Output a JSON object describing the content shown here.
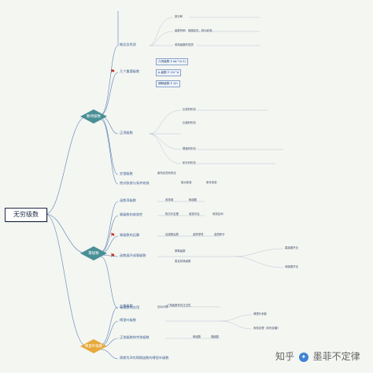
{
  "root": "无穷级数",
  "branches": [
    {
      "label": "数项级数"
    },
    {
      "label": "幂级数"
    },
    {
      "label": "傅里叶级数"
    }
  ],
  "series": {
    "title": "数项级数",
    "l1": [
      {
        "label": "概念及性质",
        "children": [
          "部分和",
          "级数的和：极限存在，称为收敛",
          "收敛级数的性质"
        ]
      },
      {
        "label": "几个重要级数",
        "formulas": [
          "几何级数 Σ aq^(n-1)",
          "p-级数 Σ 1/n^p",
          "调和级数 Σ 1/n"
        ]
      },
      {
        "label": "正项级数",
        "children": [
          "比较判别法",
          "比值判别法",
          "根值判别法",
          "积分判别法"
        ]
      },
      {
        "label": "交错级数",
        "children": [
          "莱布尼茨判别法"
        ]
      },
      {
        "label": "绝对收敛与条件收敛",
        "children": [
          "绝对收敛",
          "条件收敛"
        ]
      }
    ]
  },
  "power": {
    "title": "幂级数",
    "l1": [
      {
        "label": "函数项级数",
        "children": [
          "收敛域",
          "和函数"
        ]
      },
      {
        "label": "幂级数的收敛性",
        "children": [
          "阿贝尔定理",
          "收敛半径",
          "收敛区间"
        ]
      },
      {
        "label": "幂级数的运算",
        "children": [
          "加减乘运算",
          "逐项求导",
          "逐项积分"
        ]
      },
      {
        "label": "函数展开成幂级数",
        "children": [
          "泰勒级数",
          "麦克劳林级数",
          "直接展开法",
          "间接展开法"
        ]
      },
      {
        "label": "幂级数的应用",
        "children": [
          "近似计算"
        ]
      }
    ]
  },
  "fourier": {
    "title": "傅里叶级数",
    "l1": [
      {
        "label": "三角级数",
        "children": [
          "三角函数系的正交性"
        ]
      },
      {
        "label": "傅里叶级数",
        "children": [
          "傅里叶系数",
          "收敛定理（狄利克雷）"
        ]
      },
      {
        "label": "正弦级数和余弦级数",
        "children": [
          "奇函数",
          "偶函数"
        ]
      },
      {
        "label": "周期为2l的周期函数的傅里叶级数"
      }
    ]
  },
  "watermark": {
    "brand": "知乎",
    "author": "墨菲不定律"
  },
  "colors": {
    "line": "#5b7fb3",
    "branch1": "#4a8f96",
    "branch3": "#e6a93a"
  }
}
